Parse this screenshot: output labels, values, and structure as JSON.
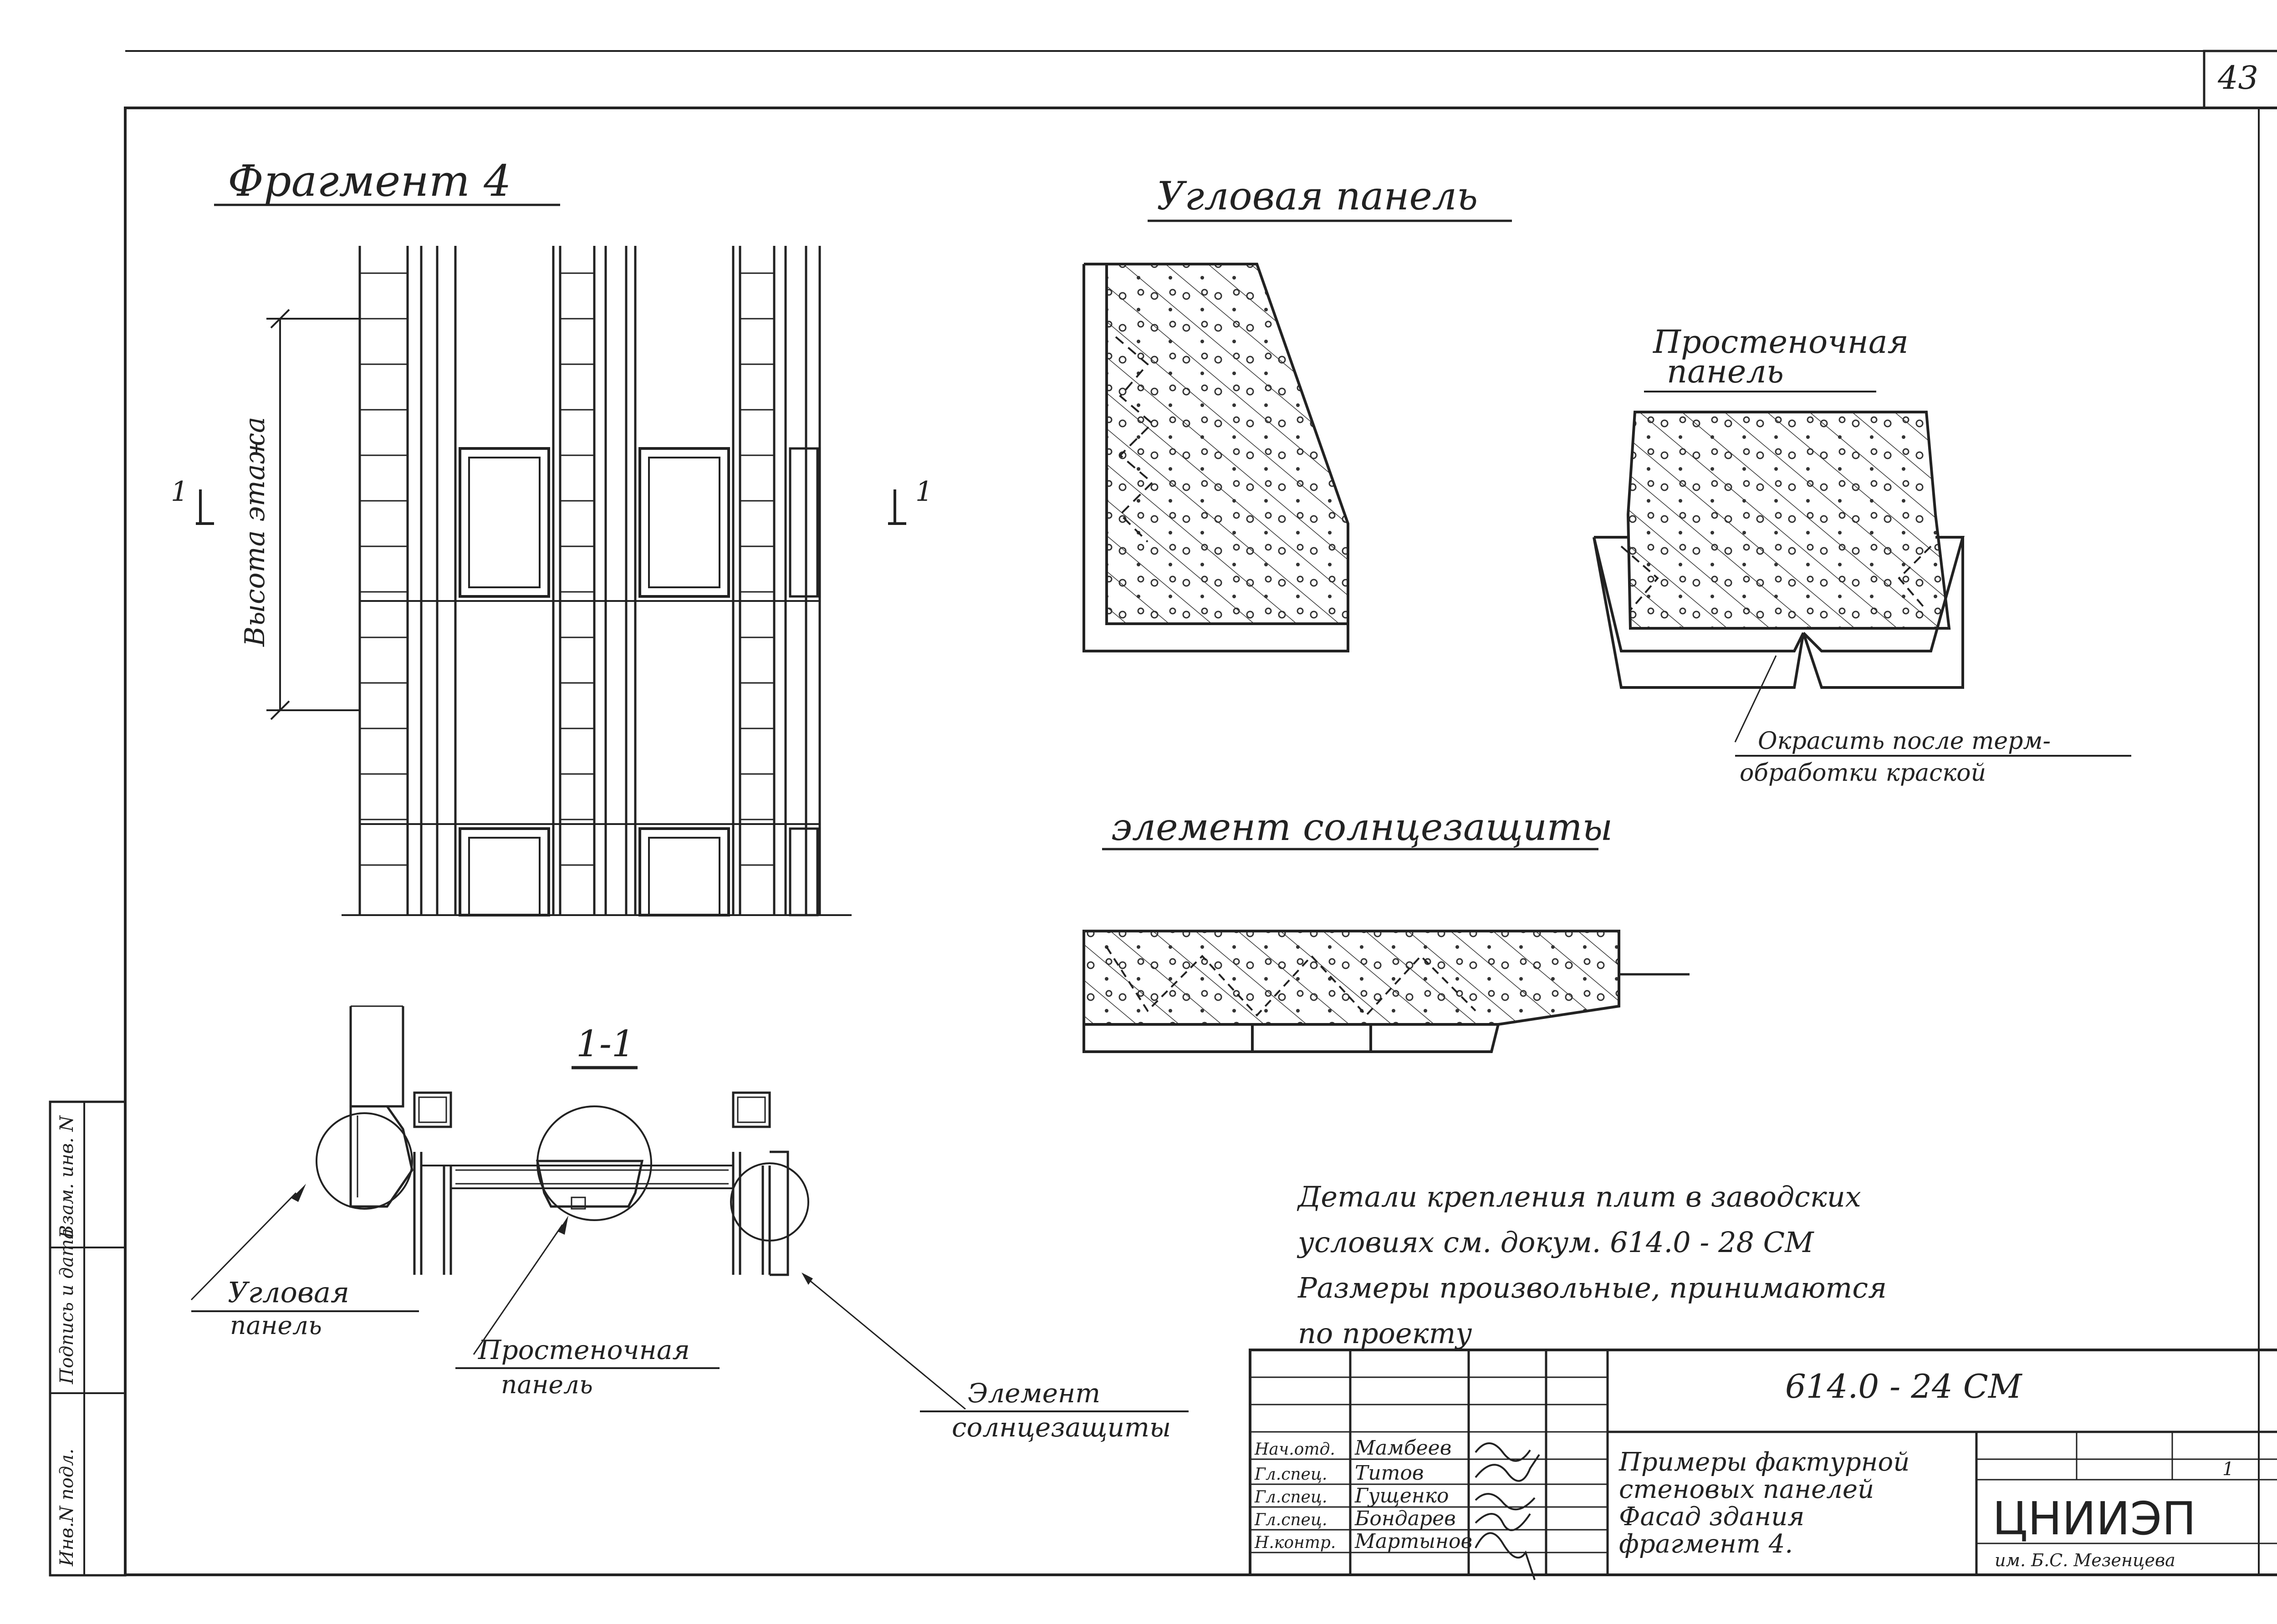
{
  "sheet": {
    "page_number": "43",
    "code": "614.0 - 24 СМ",
    "title_lines": [
      "Примеры фактурной",
      "стеновых панелей",
      "Фасад здания",
      "фрагмент 4."
    ],
    "organization": "ЦНИИЭП",
    "organization_sub": "им. Б.С. Мезенцева",
    "sheet_value": "1",
    "side_stamp": [
      "Инв.N подл.",
      "Подпись и дата",
      "Взам. инв. N"
    ]
  },
  "signatures": [
    {
      "role": "Нач.отд.",
      "name": "Мамбеев"
    },
    {
      "role": "Гл.спец.",
      "name": "Титов"
    },
    {
      "role": "Гл.спец.",
      "name": "Гущенко"
    },
    {
      "role": "Гл.спец.",
      "name": "Бондарев"
    },
    {
      "role": "Н.контр.",
      "name": "Мартынов"
    }
  ],
  "fragment": {
    "title": "Фрагмент 4",
    "height_label": "Высота этажа",
    "section_mark": "1",
    "section_title": "1-1"
  },
  "callouts": {
    "corner": [
      "Угловая",
      "панель"
    ],
    "pier": [
      "Простеночная",
      "панель"
    ],
    "sun": [
      "Элемент",
      "солнцезащиты"
    ]
  },
  "details": {
    "corner_title": "Угловая панель",
    "pier_title": [
      "Простеночная",
      "панель"
    ],
    "paint_note": [
      "Окрасить после терм-",
      "обработки краской"
    ],
    "sun_title": "элемент солнцезащиты"
  },
  "notes": [
    "Детали крепления плит в заводских",
    "условиях см. докум. 614.0 - 28 СМ",
    "Размеры произвольные, принимаются",
    "по проекту"
  ]
}
